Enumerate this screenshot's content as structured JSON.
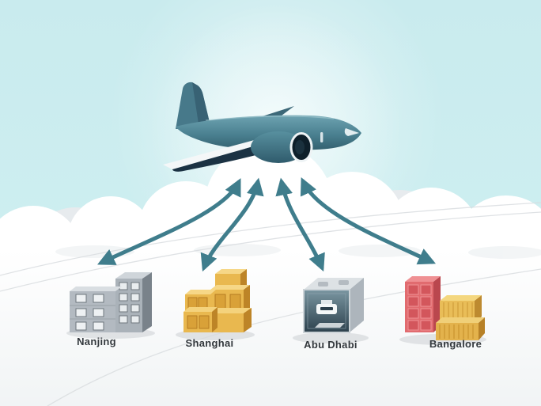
{
  "cities": [
    {
      "label": "Nanjing",
      "icon": "city-buildings-icon"
    },
    {
      "label": "Shanghai",
      "icon": "cargo-crates-icon"
    },
    {
      "label": "Abu Dhabi",
      "icon": "freight-cube-icon"
    },
    {
      "label": "Bangalore",
      "icon": "shipping-containers-icon"
    }
  ],
  "icons": {
    "plane": "airplane-icon",
    "route": "double-headed-arrow"
  },
  "colors": {
    "sky": "#cdeef0",
    "cloud": "#ffffff",
    "ground": "#f8fafb",
    "plane_teal": "#4e8596",
    "plane_dark": "#1b3243",
    "arrow": "#3f7d8c",
    "building_gray": "#b3bac1",
    "crate_gold": "#e9b84f",
    "crate_red": "#e16b6f",
    "cube_panel": "#2c404c",
    "label_text": "#33383d"
  }
}
